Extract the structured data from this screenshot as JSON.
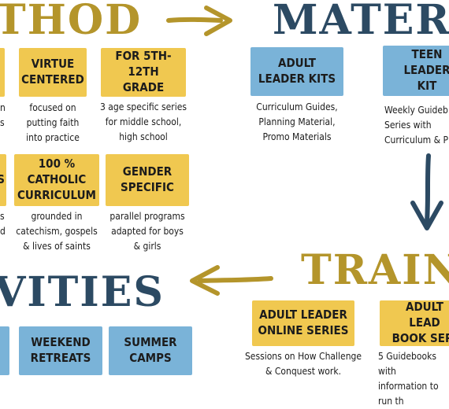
{
  "headings": {
    "method": "THOD",
    "materials": "MATER",
    "training": "TRAIN",
    "activities": "VITIES"
  },
  "method": {
    "boxes": [
      {
        "line1": "VIRTUE",
        "line2": "CENTERED",
        "caption": "focused on\nputting faith\ninto practice"
      },
      {
        "line1": "FOR 5TH-12TH",
        "line2": "GRADE",
        "caption": "3 age specific series\nfor middle school,\nhigh school"
      },
      {
        "line1": "100 % CATHOLIC",
        "line2": "CURRICULUM",
        "caption": "grounded in\ncatechism, gospels\n& lives of saints"
      },
      {
        "line1": "GENDER",
        "line2": "SPECIFIC",
        "caption": "parallel programs\nadapted for boys\n& girls"
      }
    ],
    "edge_fragments": {
      "row1_caption": "n\ns",
      "row2_box": "S",
      "row2_caption": "s\nd"
    }
  },
  "materials": {
    "boxes": [
      {
        "line1": "ADULT",
        "line2": "LEADER KITS",
        "caption": "Curriculum Guides,\nPlanning Material,\nPromo Materials"
      },
      {
        "line1": "TEEN",
        "line2": "LEADER KIT",
        "caption": "Weekly Guideb\nSeries with\nCurriculum & P"
      }
    ]
  },
  "training": {
    "boxes": [
      {
        "line1": "ADULT LEADER",
        "line2": "ONLINE SERIES",
        "caption": "Sessions on How Challenge\n& Conquest work."
      },
      {
        "line1": "ADULT LEAD",
        "line2": "BOOK SERI",
        "caption": "5 Guidebooks with\ninformation to run th"
      }
    ]
  },
  "activities": {
    "boxes": [
      {
        "line1": "WEEKEND",
        "line2": "RETREATS"
      },
      {
        "line1": "SUMMER",
        "line2": "CAMPS"
      }
    ]
  },
  "colors": {
    "gold_box": "#f0c850",
    "blue_box": "#7ab3d8",
    "gold_text": "#b4952b",
    "navy_text": "#2c4a63",
    "arrow_gold": "#b4952b",
    "arrow_navy": "#2c4a63"
  }
}
